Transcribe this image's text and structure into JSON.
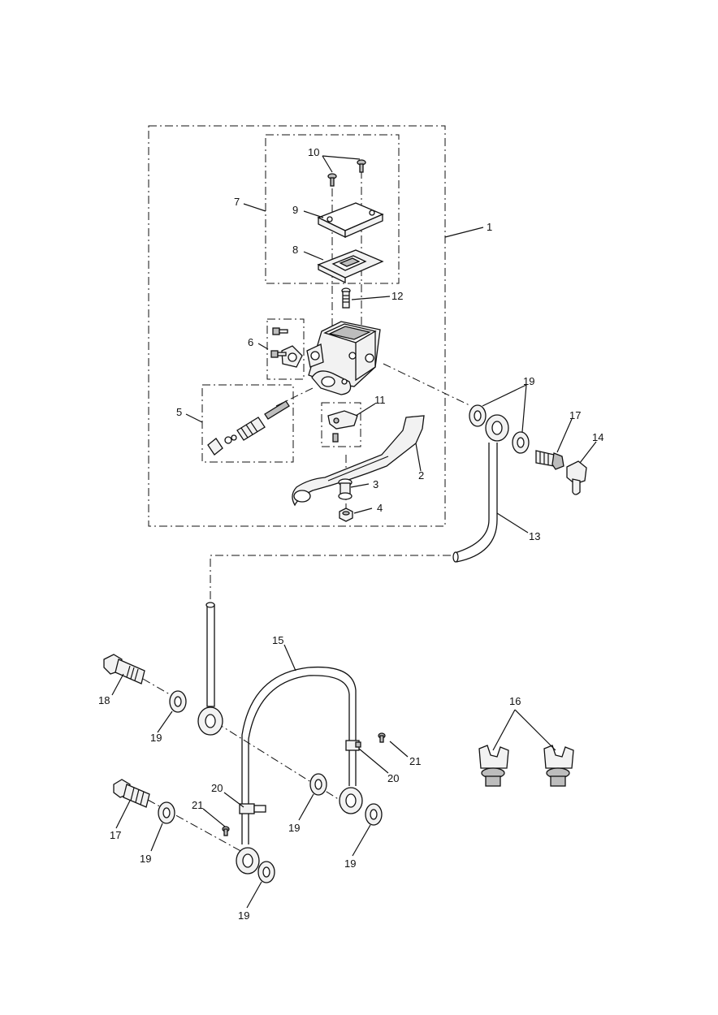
{
  "labels": {
    "p1": "1",
    "p2": "2",
    "p3": "3",
    "p4": "4",
    "p5": "5",
    "p6": "6",
    "p7": "7",
    "p8": "8",
    "p9": "9",
    "p10": "10",
    "p11": "11",
    "p12": "12",
    "p13": "13",
    "p14": "14",
    "p15": "15",
    "p16": "16",
    "p17a": "17",
    "p17b": "17",
    "p18": "18",
    "p19a": "19",
    "p19b": "19",
    "p19c": "19",
    "p19d": "19",
    "p19e": "19",
    "p19f": "19",
    "p20a": "20",
    "p20b": "20",
    "p21a": "21",
    "p21b": "21"
  }
}
